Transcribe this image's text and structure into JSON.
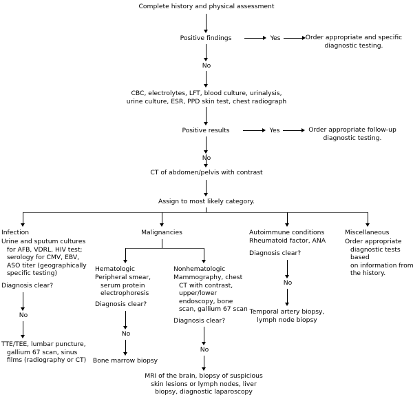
{
  "diagram": {
    "title": "Complete history and physical assessment",
    "nodes": {
      "start": "Complete history and physical assessment",
      "positive_findings": "Positive findings",
      "yes_1": "Yes",
      "order_specific": "Order appropriate and specific\ndiagnostic testing.",
      "no_1": "No",
      "labs": "CBC, electrolytes, LFT, blood culture, urinalysis,\nurine culture, ESR, PPD skin test, chest radiograph",
      "positive_results": "Positive results",
      "yes_2": "Yes",
      "order_followup": "Order appropriate follow-up\ndiagnostic testing.",
      "no_2": "No",
      "ct_abdomen": "CT of abdomen/pelvis with contrast",
      "assign_category": "Assign to most likely category.",
      "infection_title": "Infection",
      "infection_tests": "Urine and sputum cultures\nfor AFB, VDRL, HIV test;\nserology for CMV, EBV,\nASO titer (geographically\nspecific testing)",
      "infection_question": "Diagnosis clear?",
      "infection_no": "No",
      "infection_next": "TTE/TEE, lumbar puncture,\ngallium 67 scan, sinus\nfilms (radiography or CT)",
      "malignancies_title": "Malignancies",
      "hematologic_title": "Hematologic",
      "hematologic_tests": "Peripheral smear,\nserum protein\nelectrophoresis",
      "hematologic_question": "Diagnosis clear?",
      "hematologic_no": "No",
      "hematologic_next": "Bone marrow biopsy",
      "nonhematologic_title": "Nonhematologic",
      "nonhematologic_tests": "Mammography, chest\nCT with contrast,\nupper/lower\nendoscopy, bone\nscan, gallium 67 scan",
      "nonhematologic_question": "Diagnosis clear?",
      "nonhematologic_no": "No",
      "nonhematologic_next": "MRI of the brain, biopsy of suspicious\nskin lesions or lymph nodes, liver\nbiopsy, diagnostic laparoscopy",
      "autoimmune_title": "Autoimmune conditions",
      "autoimmune_tests": "Rheumatoid factor, ANA",
      "autoimmune_question": "Diagnosis clear?",
      "autoimmune_no": "No",
      "autoimmune_next": "Temporal artery biopsy,\nlymph node biopsy",
      "miscellaneous_title": "Miscellaneous",
      "miscellaneous_tests": "Order appropriate\ndiagnostic tests based\non information from\nthe history."
    },
    "colors": {
      "line": "#000000",
      "branch_bar": "#555555",
      "text": "#000000",
      "background": "#ffffff"
    }
  }
}
